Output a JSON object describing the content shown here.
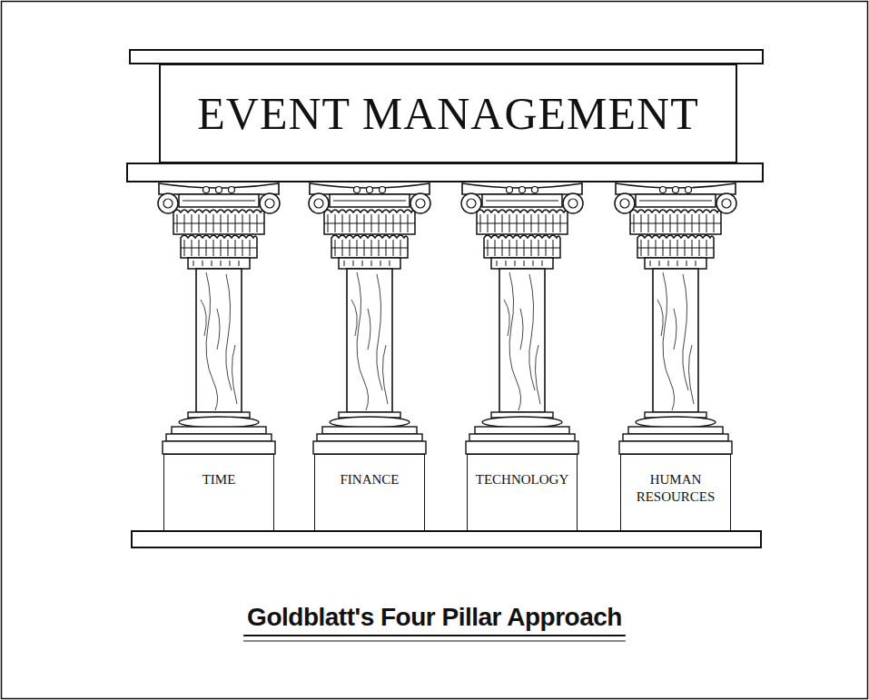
{
  "diagram": {
    "caption": "Goldblatt's Four Pillar Approach",
    "nodes": [
      {
        "text": [
          "EVENT MANAGEMENT"
        ]
      },
      {
        "text": [
          "TIME"
        ]
      },
      {
        "text": [
          "FINANCE"
        ]
      },
      {
        "text": [
          "TECHNOLOGY"
        ]
      },
      {
        "text": [
          "HUMAN RESOURCES"
        ]
      }
    ]
  }
}
